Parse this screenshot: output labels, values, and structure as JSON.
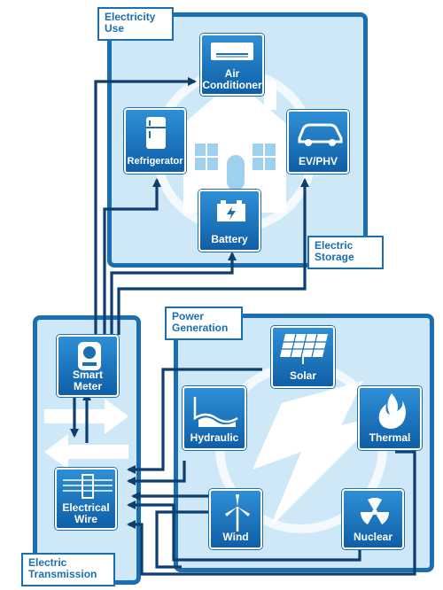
{
  "sections": {
    "use": "Electricity\nUse",
    "storage": "Electric\nStorage",
    "generation": "Power\nGeneration",
    "transmission": "Electric\nTransmission"
  },
  "tiles": {
    "air_conditioner": "Air\nConditioner",
    "refrigerator": "Refrigerator",
    "ev_phv": "EV/PHV",
    "battery": "Battery",
    "smart_meter": "Smart\nMeter",
    "electrical_wire": "Electrical\nWire",
    "solar": "Solar",
    "hydraulic": "Hydraulic",
    "thermal": "Thermal",
    "wind": "Wind",
    "nuclear": "Nuclear"
  },
  "colors": {
    "panel": "#cfe8f7",
    "border": "#1b6fb0",
    "tile": "#1a74bf",
    "line": "#0d3e6e"
  }
}
